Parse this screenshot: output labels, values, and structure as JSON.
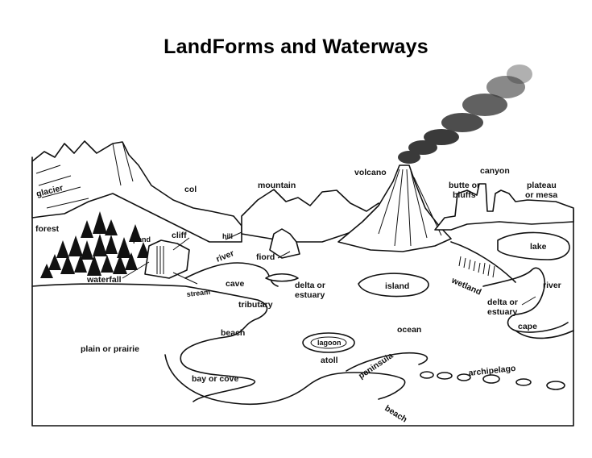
{
  "title": "LandForms and Waterways",
  "labels": {
    "glacier": "glacier",
    "col": "col",
    "mountain": "mountain",
    "volcano": "volcano",
    "butte": "butte or",
    "butte2": "bluffs",
    "canyon": "canyon",
    "plateau": "plateau",
    "plateau2": "or mesa",
    "forest": "forest",
    "pond": "pond",
    "cliff": "cliff",
    "hill": "hill",
    "lake": "lake",
    "fiord": "fiord",
    "river_left": "river",
    "waterfall": "waterfall",
    "cave": "cave",
    "delta_left": "delta or",
    "delta_left2": "estuary",
    "island": "island",
    "wetland": "wetland",
    "river_right": "river",
    "stream": "stream",
    "tributary": "tributary",
    "delta_right": "delta or",
    "delta_right2": "estuary",
    "cape": "cape",
    "beach_top": "beach",
    "ocean": "ocean",
    "lagoon": "lagoon",
    "plain": "plain or prairie",
    "atoll": "atoll",
    "peninsula": "peninsula",
    "archipelago": "archipelago",
    "bay": "bay or cove",
    "beach_bottom": "beach"
  }
}
